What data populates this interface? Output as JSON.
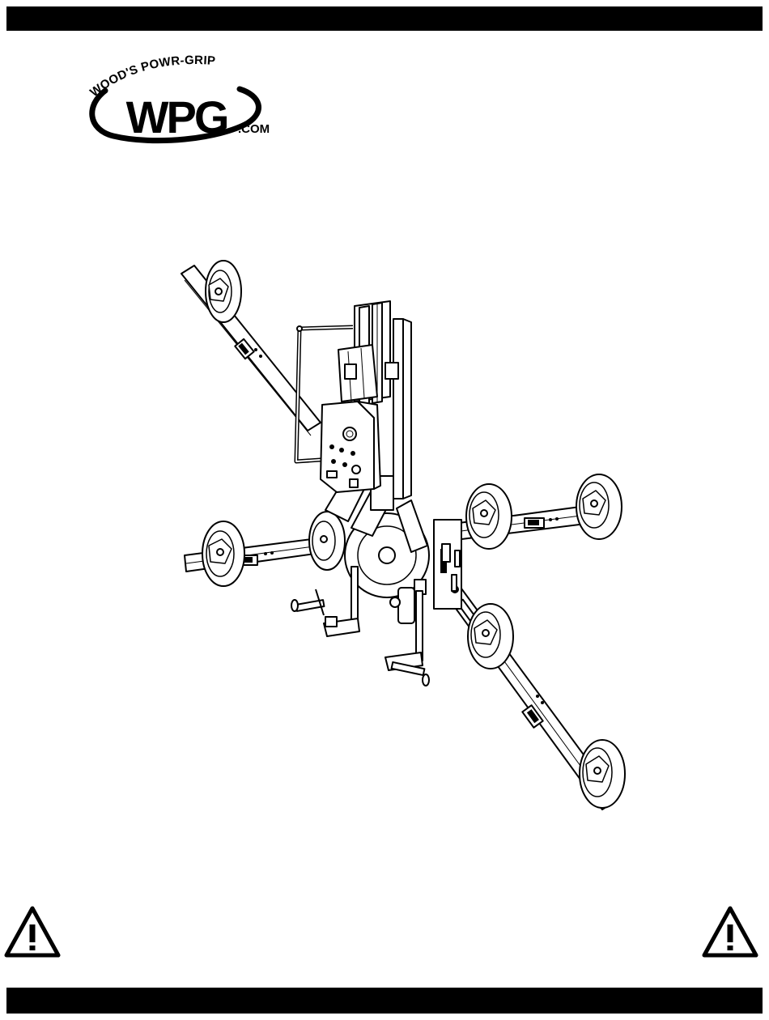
{
  "logo": {
    "arc_text": "WOOD'S POWR-GRIP",
    "main_text": "WPG",
    "suffix_text": ".COM"
  },
  "illustration": {
    "subject": "vacuum lifter with four arms and suction pads"
  },
  "icons": {
    "warning_left": "warning-triangle-icon",
    "warning_right": "warning-triangle-icon"
  },
  "colors": {
    "bar": "#000000",
    "background": "#ffffff",
    "line_art": "#000000"
  }
}
